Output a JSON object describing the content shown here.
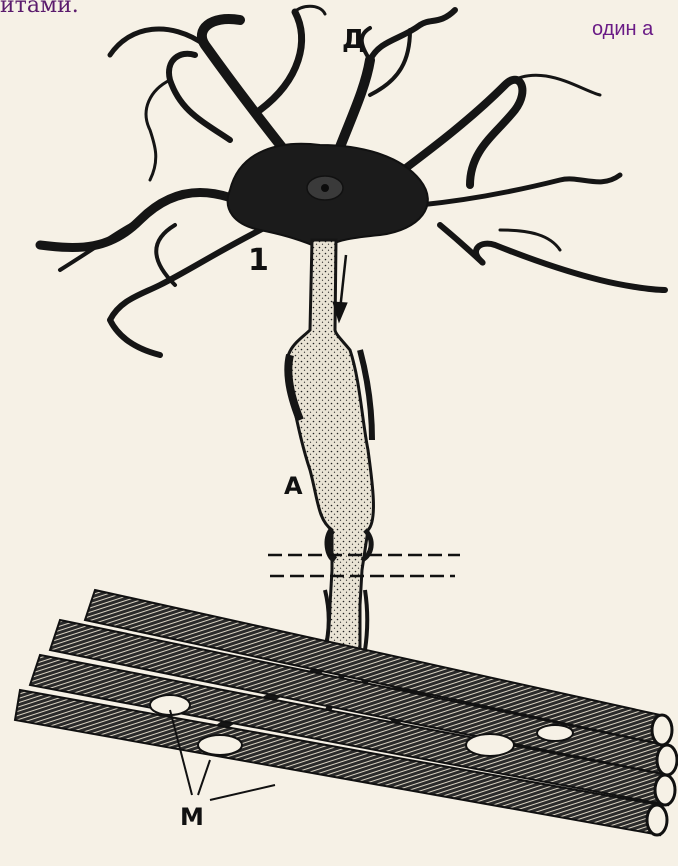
{
  "text": {
    "top_left": "итами.",
    "top_right": "один а"
  },
  "labels": {
    "dendrite": "Д",
    "cell_body": "1",
    "axon": "А",
    "muscle": "М"
  },
  "colors": {
    "ink": "#151515",
    "paper": "#f6f1e6",
    "accent_text": "#6a1b86"
  }
}
